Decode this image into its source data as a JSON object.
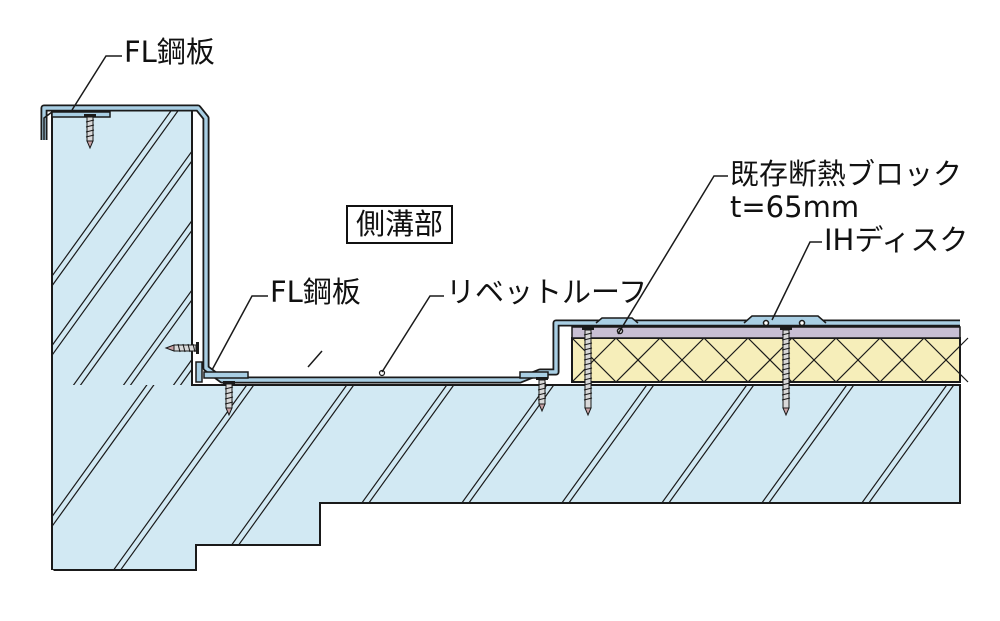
{
  "labels": {
    "fl_steel_top": "FL鋼板",
    "fl_steel_gutter": "FL鋼板",
    "section_name": "側溝部",
    "rivet_roof": "リベットルーフ",
    "insulation_name": "既存断熱ブロック",
    "insulation_thickness": "t=65mm",
    "ih_disk": "IHディスク"
  },
  "colors": {
    "concrete": "#d2e9f3",
    "insulation": "#f6eeba",
    "underlay": "#c8bfd3",
    "sheet": "#a9cfe4",
    "line": "#1a1a1a",
    "screw": "#d9d9d9",
    "screw_tip": "#c9a3a6"
  }
}
